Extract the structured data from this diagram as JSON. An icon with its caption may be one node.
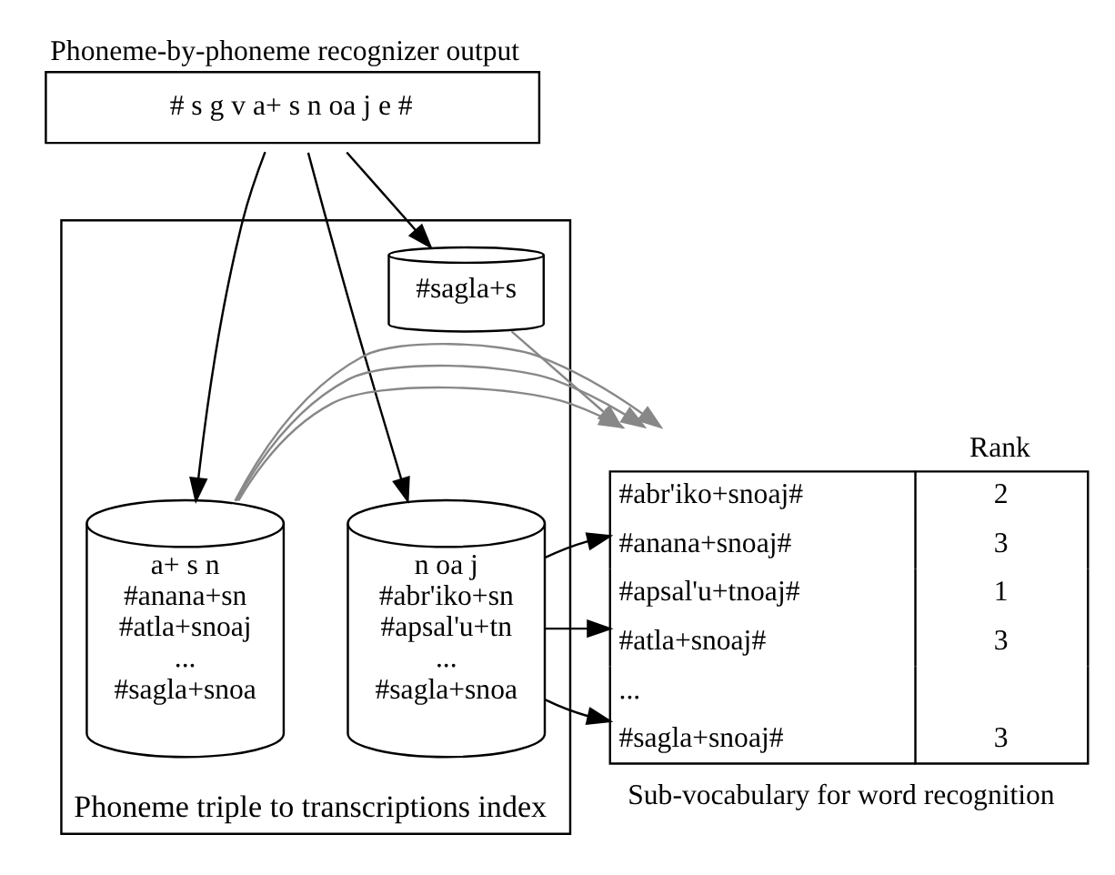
{
  "diagram": {
    "nodes": [
      {
        "text": [
          "Phoneme-by-phoneme recognizer output",
          "# s g v a+ s n oa j e #"
        ]
      },
      {
        "text": [
          "Phoneme triple to transcriptions index"
        ]
      },
      {
        "text": [
          "a+ s n",
          "#anana+sn",
          "#atla+snoaj",
          "...",
          "#sagla+snoa"
        ],
        "in": 1
      },
      {
        "text": [
          "#sagla+s"
        ],
        "in": 1
      },
      {
        "text": [
          "n oa j",
          "#abr'iko+sn",
          "#apsal'u+tn",
          "...",
          "#sagla+snoa"
        ],
        "in": 1
      },
      {
        "text": [
          "Rank",
          "#abr'iko+snoaj#",
          "2",
          "#anana+snoaj#",
          "3",
          "#apsal'u+tnoaj#",
          "1",
          "#atla+snoaj#",
          "3",
          "...",
          "#sagla+snoaj#",
          "3",
          "Sub-vocabulary for word recognition"
        ]
      }
    ],
    "edges": [
      {
        "from": 0,
        "to": 2,
        "arrow": "to"
      },
      {
        "from": 0,
        "to": 3,
        "arrow": "to"
      },
      {
        "from": 0,
        "to": 4,
        "arrow": "to"
      },
      {
        "from": 2,
        "to": 5,
        "arrow": "to",
        "color": "#888888"
      },
      {
        "from": 2,
        "to": 5,
        "arrow": "to",
        "color": "#888888"
      },
      {
        "from": 2,
        "to": 5,
        "arrow": "to",
        "color": "#888888"
      },
      {
        "from": 3,
        "to": 5,
        "arrow": "to",
        "color": "#888888"
      },
      {
        "from": 4,
        "to": 5,
        "arrow": "to"
      },
      {
        "from": 4,
        "to": 5,
        "arrow": "to"
      },
      {
        "from": 4,
        "to": 5,
        "arrow": "to"
      }
    ]
  }
}
